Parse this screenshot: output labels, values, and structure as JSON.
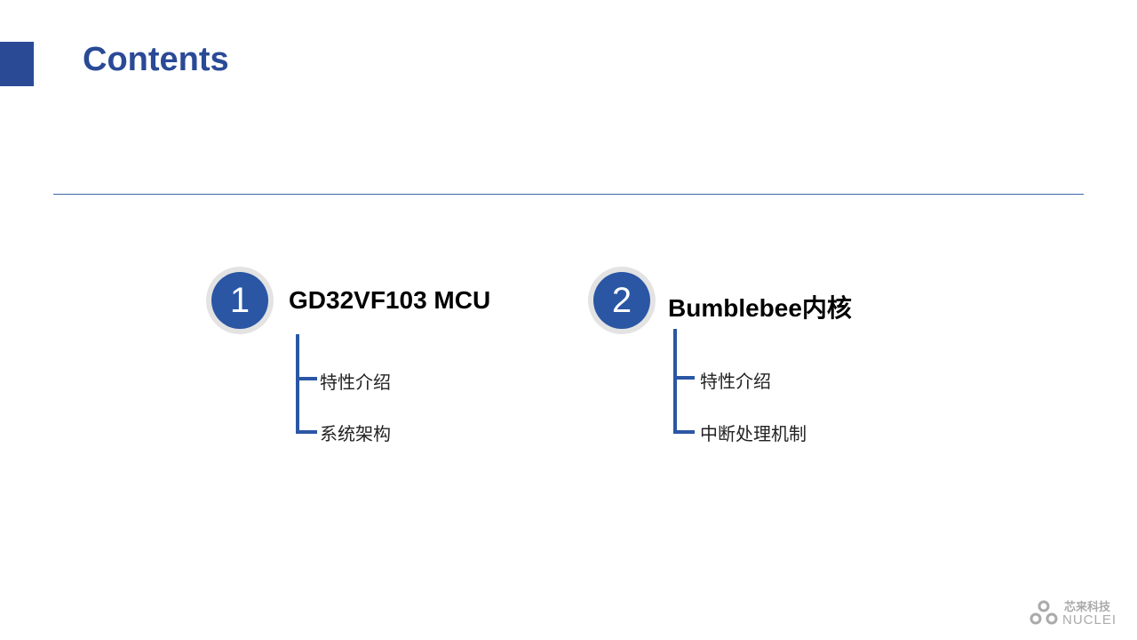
{
  "title": "Contents",
  "sections": [
    {
      "number": "1",
      "heading": "GD32VF103 MCU",
      "items": [
        "特性介绍",
        "系统架构"
      ]
    },
    {
      "number": "2",
      "heading": "Bumblebee内核",
      "items": [
        "特性介绍",
        "中断处理机制"
      ]
    }
  ],
  "logo": {
    "cn": "芯来科技",
    "en": "NUCLEI"
  }
}
